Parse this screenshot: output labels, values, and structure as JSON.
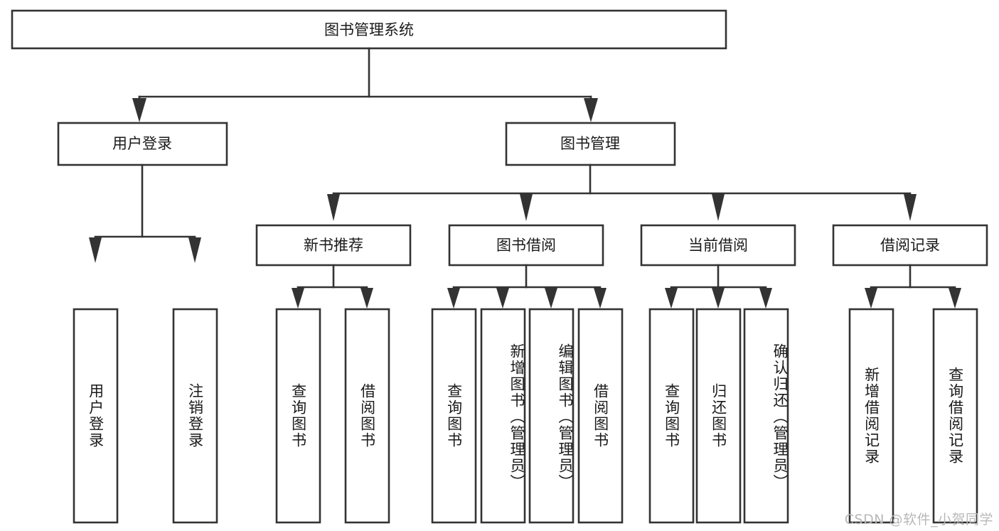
{
  "diagram": {
    "type": "tree",
    "title": "图书管理系统",
    "watermark": "CSDN @软件_小贺同学",
    "colors": {
      "stroke": "#333333",
      "fill": "#ffffff",
      "text": "#1a1a1a",
      "watermark": "#b8b8b8",
      "background": "#ffffff"
    },
    "root": {
      "label": "图书管理系统"
    },
    "level2": [
      {
        "label": "用户登录"
      },
      {
        "label": "图书管理"
      }
    ],
    "level3": [
      {
        "label": "新书推荐"
      },
      {
        "label": "图书借阅"
      },
      {
        "label": "当前借阅"
      },
      {
        "label": "借阅记录"
      }
    ],
    "leaves": {
      "user_login": [
        {
          "label": "用户登录"
        },
        {
          "label": "注销登录"
        }
      ],
      "new_book_recommend": [
        {
          "label": "查询图书"
        },
        {
          "label": "借阅图书"
        }
      ],
      "book_borrow": [
        {
          "label": "查询图书"
        },
        {
          "label": "新增图书（管理员）"
        },
        {
          "label": "编辑图书（管理员）"
        },
        {
          "label": "借阅图书"
        }
      ],
      "current_borrow": [
        {
          "label": "查询图书"
        },
        {
          "label": "归还图书"
        },
        {
          "label": "确认归还（管理员）"
        }
      ],
      "borrow_record": [
        {
          "label": "新增借阅记录"
        },
        {
          "label": "查询借阅记录"
        }
      ]
    }
  }
}
